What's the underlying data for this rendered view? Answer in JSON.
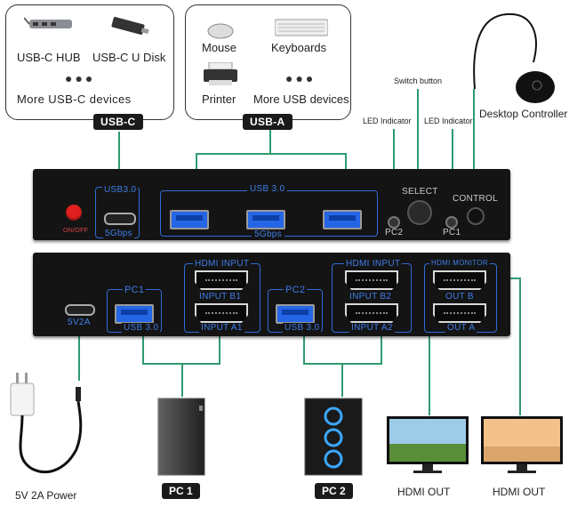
{
  "top_left_card": {
    "items": [
      "USB-C HUB",
      "USB-C U Disk",
      "More USB-C devices"
    ],
    "tag": "USB-C"
  },
  "top_mid_card": {
    "items": [
      "Mouse",
      "Keyboards",
      "Printer",
      "More USB devices"
    ],
    "tag": "USB-A"
  },
  "callouts": {
    "switch_button": "Switch button",
    "led_left": "LED Indicator",
    "led_right": "LED Indicator",
    "desktop_controller": "Desktop Controller"
  },
  "front_panel": {
    "power_label": "ON/OFF",
    "usb3_small": "USB3.0",
    "gbps_small": "5Gbps",
    "usb3_big": "USB 3.0",
    "gbps_big": "5Gbps",
    "pc2": "PC2",
    "select": "SELECT",
    "pc1": "PC1",
    "control": "CONTROL"
  },
  "back_panel": {
    "power": "5V2A",
    "pc1": "PC1",
    "pc2": "PC2",
    "hdmi_input_1": "HDMI INPUT",
    "hdmi_input_2": "HDMI INPUT",
    "input_b1": "INPUT B1",
    "input_a1": "INPUT A1",
    "input_b2": "INPUT B2",
    "input_a2": "INPUT A2",
    "usb30_1": "USB 3.0",
    "usb30_2": "USB 3.0",
    "hdmi_monitor": "HDMI MONITOR",
    "out_b": "OUT B",
    "out_a": "OUT A"
  },
  "bottom": {
    "power_adapter": "5V 2A Power",
    "pc1": "PC 1",
    "pc2": "PC 2",
    "hdmi_out_1": "HDMI OUT",
    "hdmi_out_2": "HDMI OUT"
  },
  "colors": {
    "accent_blue": "#3f7ee8",
    "line_green": "#2e9b6f",
    "panel": "#141414"
  }
}
